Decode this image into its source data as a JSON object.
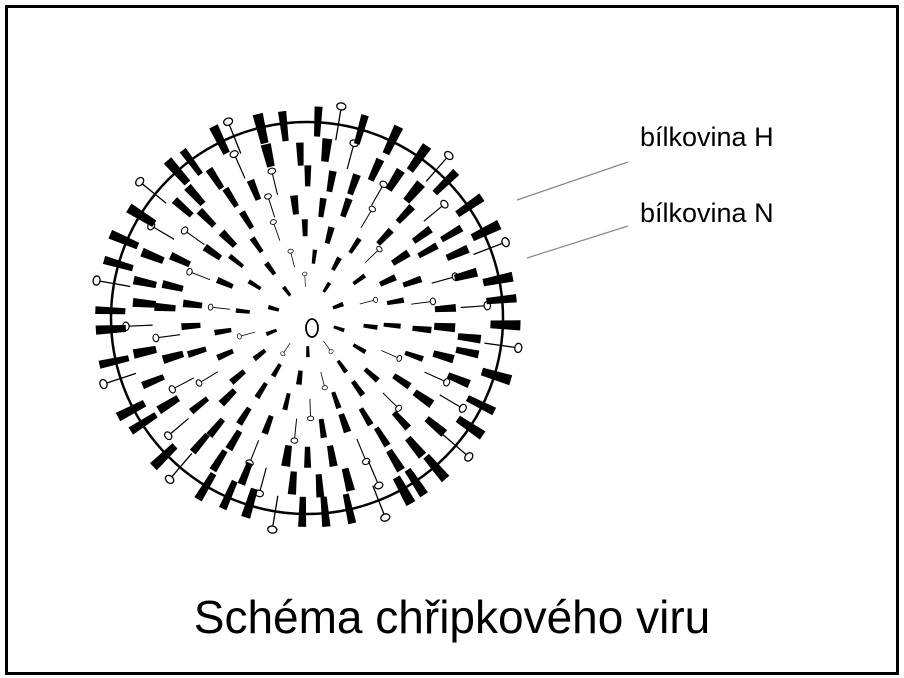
{
  "diagram": {
    "labels": {
      "protein_h": "bílkovina H",
      "protein_n": "bílkovina N"
    },
    "caption": "Schéma chřipkového viru",
    "colors": {
      "line": "#000000",
      "background": "#ffffff",
      "pointer": "#888888"
    }
  }
}
